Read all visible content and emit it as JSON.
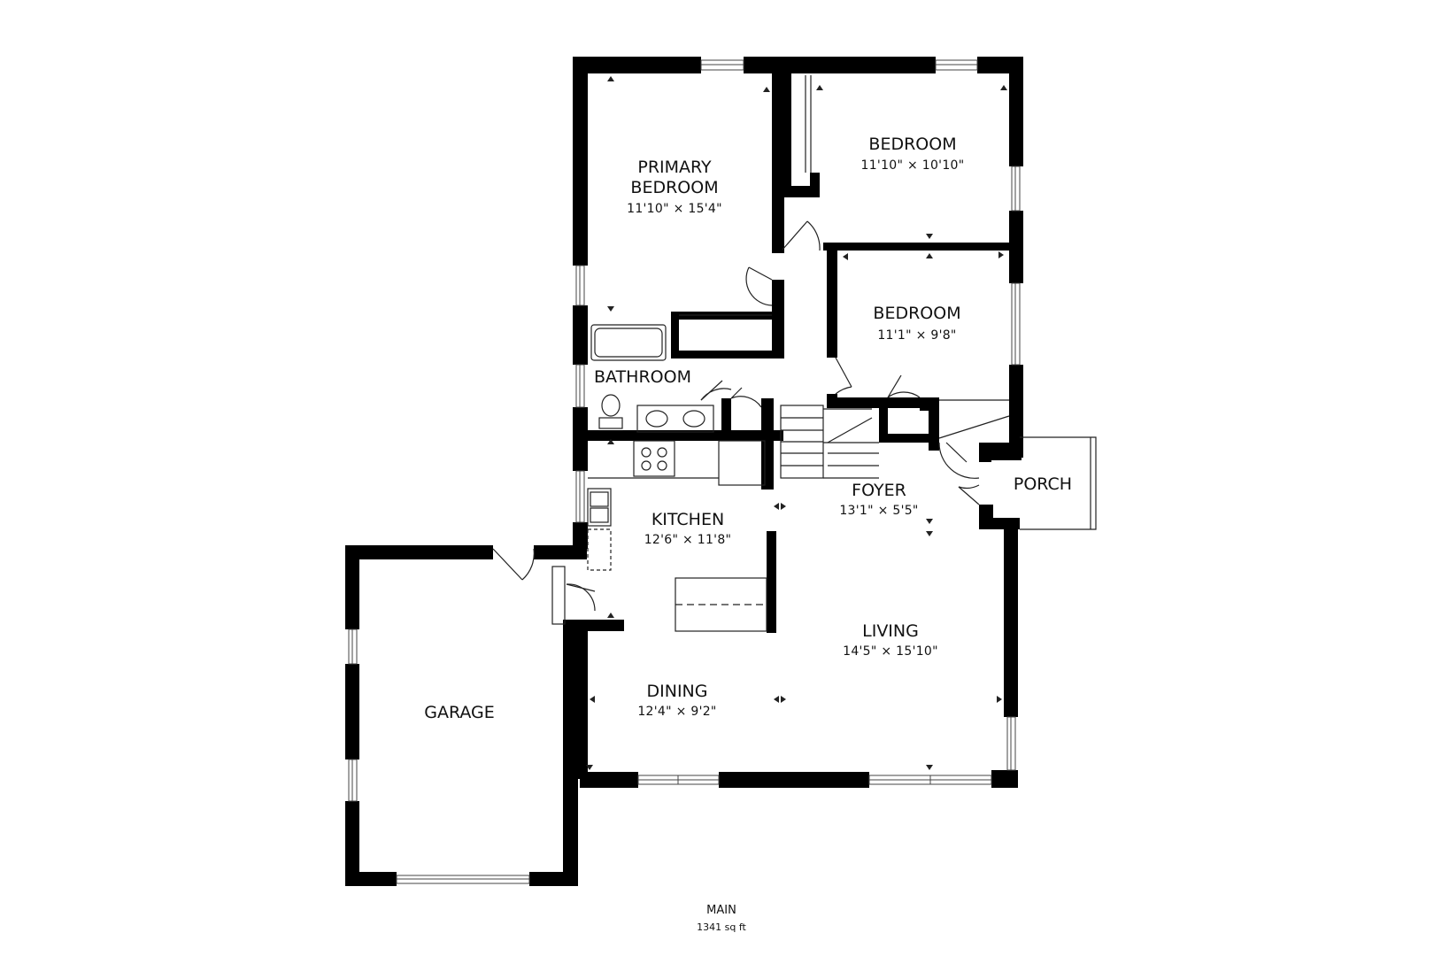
{
  "plan": {
    "rooms": [
      {
        "id": "primary-bedroom",
        "name_lines": [
          "PRIMARY",
          "BEDROOM"
        ],
        "dimensions": "11'10\" × 15'4\""
      },
      {
        "id": "bedroom-1",
        "name_lines": [
          "BEDROOM"
        ],
        "dimensions": "11'10\" × 10'10\""
      },
      {
        "id": "bedroom-2",
        "name_lines": [
          "BEDROOM"
        ],
        "dimensions": "11'1\" × 9'8\""
      },
      {
        "id": "bathroom",
        "name_lines": [
          "BATHROOM"
        ],
        "dimensions": ""
      },
      {
        "id": "kitchen",
        "name_lines": [
          "KITCHEN"
        ],
        "dimensions": "12'6\" × 11'8\""
      },
      {
        "id": "foyer",
        "name_lines": [
          "FOYER"
        ],
        "dimensions": "13'1\" × 5'5\""
      },
      {
        "id": "porch",
        "name_lines": [
          "PORCH"
        ],
        "dimensions": ""
      },
      {
        "id": "living",
        "name_lines": [
          "LIVING"
        ],
        "dimensions": "14'5\" × 15'10\""
      },
      {
        "id": "dining",
        "name_lines": [
          "DINING"
        ],
        "dimensions": "12'4\" × 9'2\""
      },
      {
        "id": "garage",
        "name_lines": [
          "GARAGE"
        ],
        "dimensions": ""
      }
    ],
    "floor_label": "MAIN",
    "floor_area": "1341 sq ft"
  }
}
